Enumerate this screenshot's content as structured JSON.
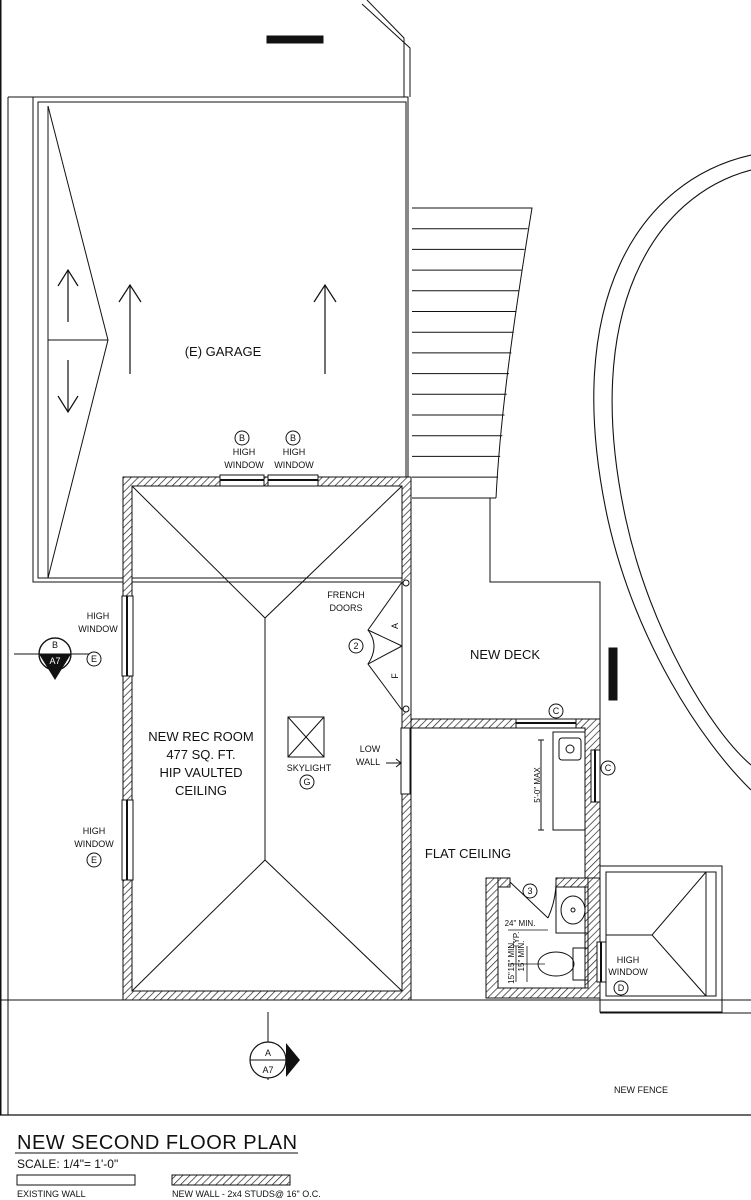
{
  "rooms": {
    "garage": "(E) GARAGE",
    "rec_room": [
      "NEW REC ROOM",
      "477 SQ. FT.",
      "HIP VAULTED",
      "CEILING"
    ],
    "deck": "NEW DECK",
    "flat_ceiling": "FLAT CEILING"
  },
  "labels": {
    "high": "HIGH",
    "window": "WINDOW",
    "french": "FRENCH",
    "doors": "DOORS",
    "low": "LOW",
    "wall": "WALL",
    "skylight": "SKYLIGHT",
    "new_fence": "NEW FENCE",
    "five_max": "5'-0\" MAX",
    "min24": "24\" MIN.",
    "typ": "TYP.",
    "min15a": "15\" MIN.",
    "min15b": "15\" MIN.",
    "min15c": "15\"",
    "door_a": "A",
    "door_f": "F"
  },
  "tags": {
    "b": "B",
    "c": "C",
    "d": "D",
    "e": "E",
    "g": "G",
    "n2": "2",
    "n3": "3"
  },
  "sections": {
    "left": {
      "letter": "B",
      "sheet": "A7"
    },
    "bottom": {
      "letter": "A",
      "sheet": "A7"
    }
  },
  "title": "NEW SECOND FLOOR PLAN",
  "scale": "SCALE: 1/4\"= 1'-0\"",
  "legend": {
    "existing": "EXISTING WALL",
    "new": "NEW WALL - 2x4 STUDS@ 16\" O.C."
  }
}
